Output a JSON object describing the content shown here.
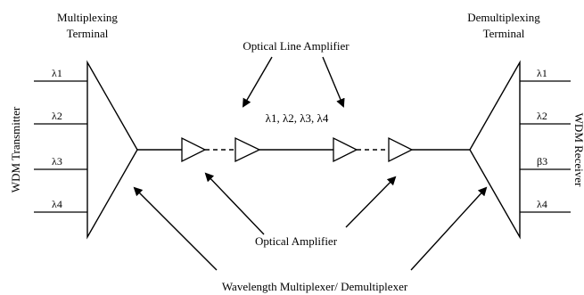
{
  "labels": {
    "mux_terminal": [
      "Multiplexing",
      "Terminal"
    ],
    "demux_terminal": [
      "Demultiplexing",
      "Terminal"
    ],
    "optical_line_amplifier": "Optical Line Amplifier",
    "channels_on_fiber": "λ1, λ2, λ3, λ4",
    "optical_amplifier": "Optical Amplifier",
    "wavelength_mux_demux": "Wavelength Multiplexer/ Demultiplexer",
    "wdm_transmitter": "WDM Transmitter",
    "wdm_receiver": "WDM Receiver"
  },
  "tx_channels": [
    "λ1",
    "λ2",
    "λ3",
    "λ4"
  ],
  "rx_channels": [
    "λ1",
    "λ2",
    "β3",
    "λ4"
  ],
  "colors": {
    "ink": "#000000",
    "background": "#ffffff"
  }
}
